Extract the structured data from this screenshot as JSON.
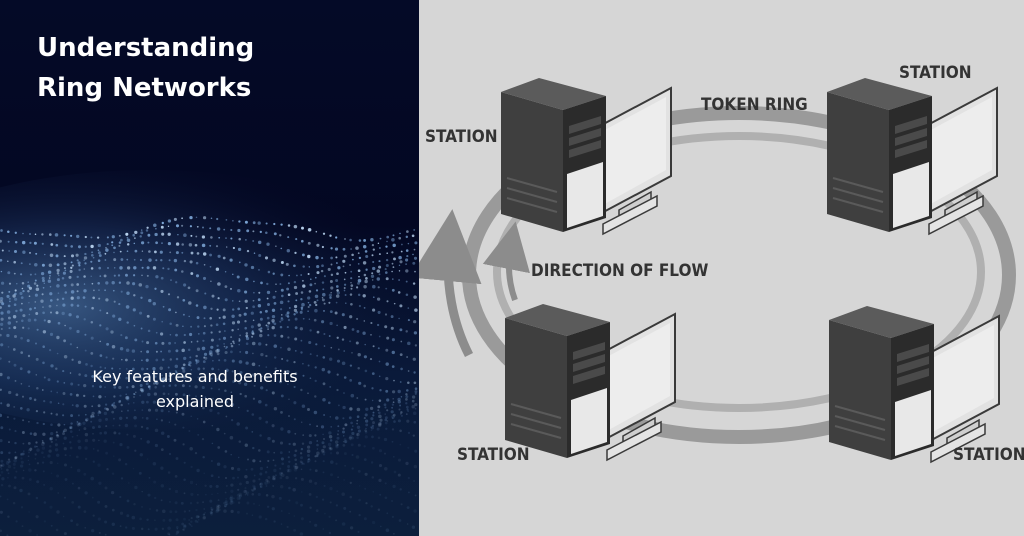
{
  "headline": {
    "line1": "Understanding",
    "line2": "Ring Networks"
  },
  "tagline": {
    "line1": "Key features and benefits",
    "line2": "explained"
  },
  "diagram": {
    "ring_label": "TOKEN RING",
    "flow_label": "DIRECTION OF FLOW",
    "stations": [
      {
        "label": "STATION",
        "position": "top-left"
      },
      {
        "label": "STATION",
        "position": "top-right"
      },
      {
        "label": "STATION",
        "position": "bottom-left"
      },
      {
        "label": "STATION",
        "position": "bottom-right"
      }
    ]
  },
  "colors": {
    "hero_background": "#050b2a",
    "diagram_background": "#d6d6d6",
    "ring": "#8c8c8c",
    "label_text": "#333333",
    "headline_text": "#ffffff"
  }
}
